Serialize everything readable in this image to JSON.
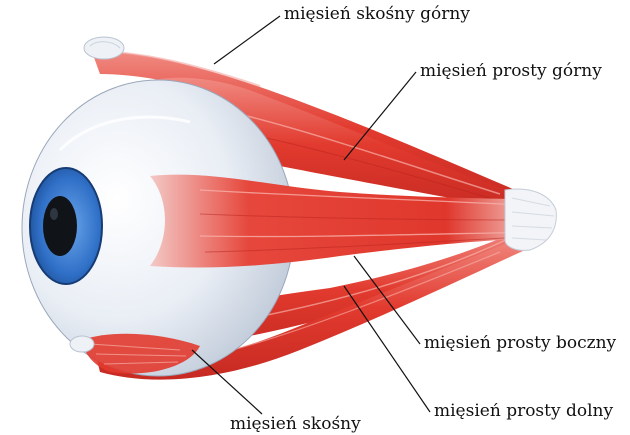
{
  "labels": {
    "superior_oblique": "mięsień skośny górny",
    "superior_rectus": "mięsień prosty górny",
    "lateral_rectus": "mięsień prosty boczny",
    "inferior_rectus": "mięsień prosty dolny",
    "inferior_oblique": "mięsień skośny"
  },
  "colors": {
    "muscle": "#e23a2e",
    "muscle_dark": "#c62a22",
    "muscle_light": "#f0a09a",
    "tendon": "#eef1f6",
    "sclera": "#e4e9f1",
    "iris": "#2f6fc6",
    "pupil": "#101418",
    "leader_line": "#111111"
  }
}
